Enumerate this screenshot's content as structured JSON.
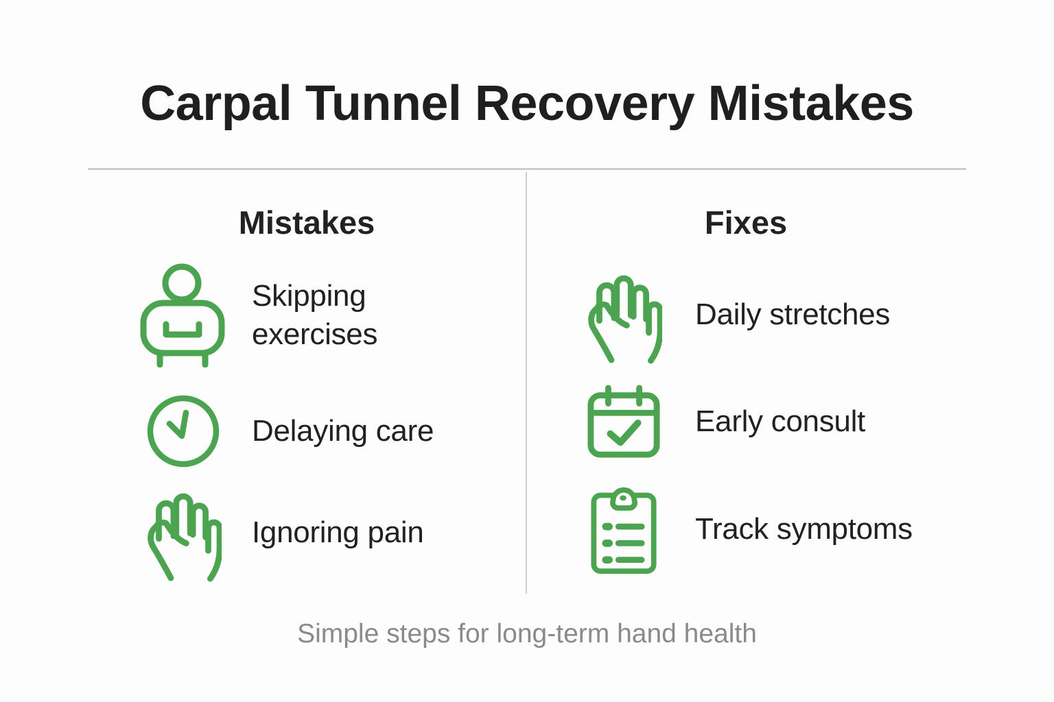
{
  "page": {
    "title": "Carpal Tunnel Recovery Mistakes",
    "footer": "Simple steps for long-term hand health",
    "accent_color": "#4ca450",
    "text_color": "#1f1f1f",
    "muted_color": "#8a8a8a",
    "divider_color": "#cbcdcb"
  },
  "columns": [
    {
      "header": "Mistakes",
      "items": [
        {
          "icon": "person-exercise-icon",
          "label": "Skipping exercises"
        },
        {
          "icon": "clock-icon",
          "label": "Delaying care"
        },
        {
          "icon": "hand-icon",
          "label": "Ignoring pain"
        }
      ]
    },
    {
      "header": "Fixes",
      "items": [
        {
          "icon": "hand-icon",
          "label": "Daily stretches"
        },
        {
          "icon": "calendar-check-icon",
          "label": "Early consult"
        },
        {
          "icon": "clipboard-checklist-icon",
          "label": "Track symptoms"
        }
      ]
    }
  ]
}
